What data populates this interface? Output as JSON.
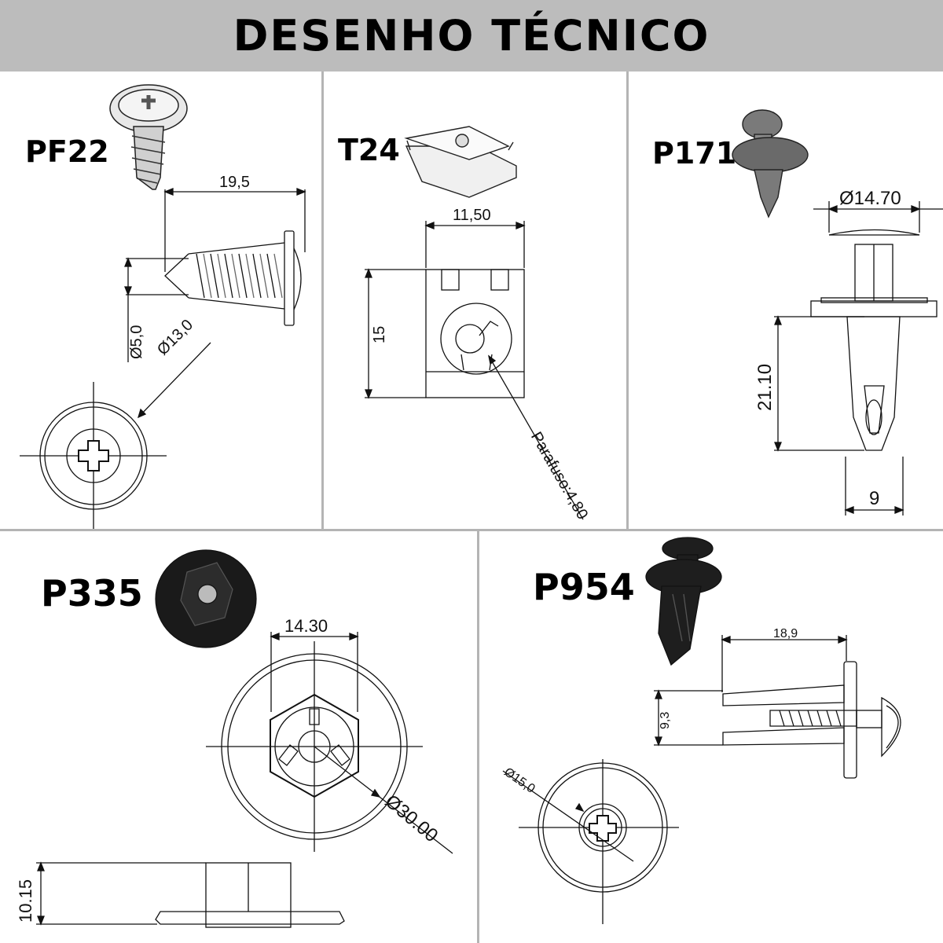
{
  "header": {
    "title": "DESENHO TÉCNICO",
    "background": "#bcbcbc"
  },
  "parts": [
    {
      "id": "PF22",
      "label": "PF22",
      "dimensions": {
        "length": "19,5",
        "shank": "Ø5,0",
        "head": "Ø13,0"
      },
      "icon": "screw-icon"
    },
    {
      "id": "T24",
      "label": "T24",
      "dimensions": {
        "width": "11,50",
        "height": "15",
        "screw": "Parafuso:4,80"
      },
      "icon": "clip-nut-icon"
    },
    {
      "id": "P171",
      "label": "P171",
      "dimensions": {
        "head": "Ø14.70",
        "length": "21.10",
        "width": "9"
      },
      "icon": "push-rivet-icon"
    },
    {
      "id": "P335",
      "label": "P335",
      "dimensions": {
        "hex": "14.30",
        "flange": "Ø30.00",
        "height": "10.15"
      },
      "icon": "flange-nut-icon"
    },
    {
      "id": "P954",
      "label": "P954",
      "dimensions": {
        "length": "18,9",
        "width": "9,3",
        "head": "Ø15,0"
      },
      "icon": "screw-rivet-icon"
    }
  ]
}
